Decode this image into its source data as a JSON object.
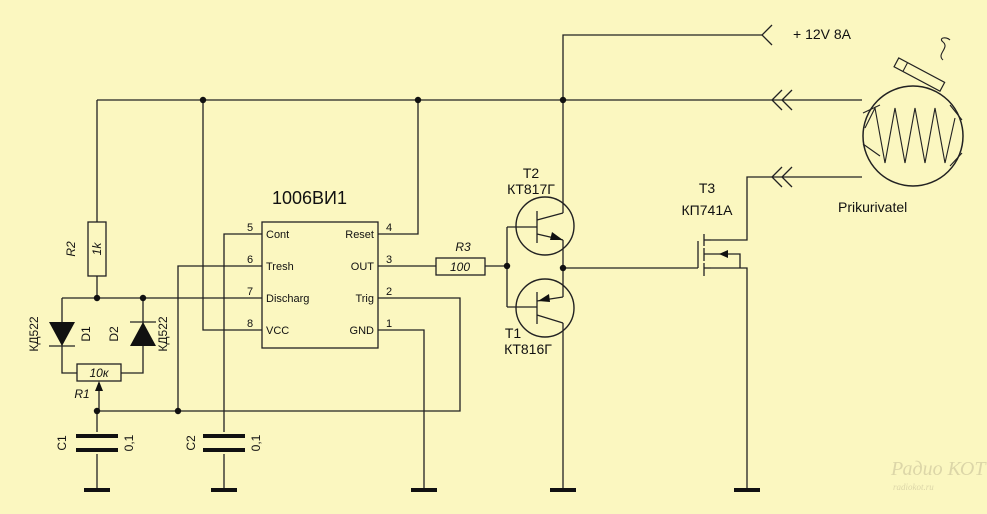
{
  "ic": {
    "name": "1006ВИ1",
    "pins": [
      {
        "num": "5",
        "label": "Cont"
      },
      {
        "num": "6",
        "label": "Tresh"
      },
      {
        "num": "7",
        "label": "Discharg"
      },
      {
        "num": "8",
        "label": "VCC"
      },
      {
        "num": "4",
        "label": "Reset"
      },
      {
        "num": "3",
        "label": "OUT"
      },
      {
        "num": "2",
        "label": "Trig"
      },
      {
        "num": "1",
        "label": "GND"
      }
    ]
  },
  "resistors": {
    "r2": {
      "ref": "R2",
      "value": "1k"
    },
    "r3": {
      "ref": "R3",
      "value": "100"
    },
    "r1": {
      "ref": "R1",
      "value": "10к"
    }
  },
  "diodes": {
    "d1": {
      "ref": "D1",
      "type": "КД522"
    },
    "d2": {
      "ref": "D2",
      "type": "КД522"
    }
  },
  "capacitors": {
    "c1": {
      "ref": "C1",
      "value": "0,1"
    },
    "c2": {
      "ref": "C2",
      "value": "0,1"
    }
  },
  "transistors": {
    "t2": {
      "ref": "T2",
      "type": "КТ817Г"
    },
    "t1": {
      "ref": "T1",
      "type": "КТ816Г"
    },
    "t3": {
      "ref": "T3",
      "type": "КП741А"
    }
  },
  "power": {
    "label": "+ 12V 8A"
  },
  "load": {
    "label": "Prikurivatel"
  },
  "watermark": {
    "line1": "Радио КОТ",
    "line2": "radiokot.ru"
  }
}
